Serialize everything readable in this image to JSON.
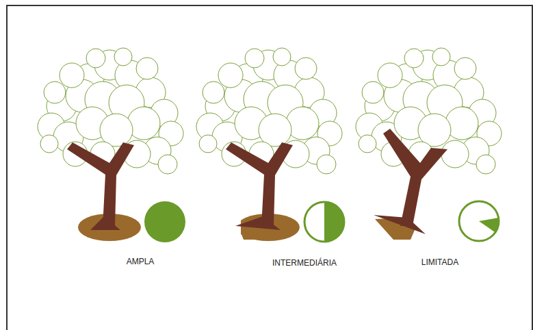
{
  "diagram": {
    "labels": [
      "AMPLA",
      "INTERMEDIÁRIA",
      "LIMITADA"
    ]
  }
}
